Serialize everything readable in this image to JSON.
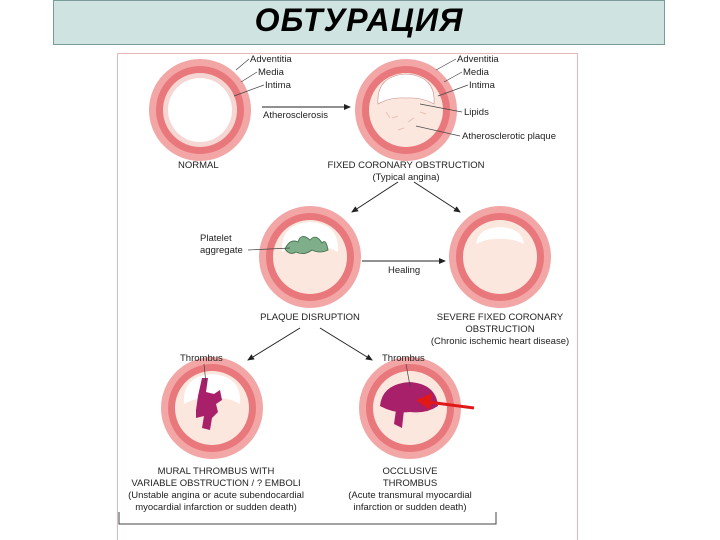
{
  "title": "ОБТУРАЦИЯ",
  "colors": {
    "title_bg": "#cfe3e0",
    "adventitia": "#f3a6a6",
    "media": "#e9787c",
    "intima": "#f6d6d2",
    "plaque": "#fbe7dd",
    "platelet": "#7fae8a",
    "thrombus": "#a8206a",
    "arrow": "#e01818"
  },
  "labels": {
    "normal_adventitia": "Adventitia",
    "normal_media": "Media",
    "normal_intima": "Intima",
    "atherosclerosis": "Atherosclerosis",
    "normal": "NORMAL",
    "fixed_adventitia": "Adventitia",
    "fixed_media": "Media",
    "fixed_intima": "Intima",
    "lipids": "Lipids",
    "plaque": "Atherosclerotic plaque",
    "fixed_title": "FIXED CORONARY OBSTRUCTION",
    "fixed_sub": "(Typical angina)",
    "platelet_1": "Platelet",
    "platelet_2": "aggregate",
    "healing": "Healing",
    "disruption": "PLAQUE DISRUPTION",
    "severe_1": "SEVERE FIXED CORONARY",
    "severe_2": "OBSTRUCTION",
    "severe_3": "(Chronic ischemic heart disease)",
    "thrombus_left": "Thrombus",
    "thrombus_right": "Thrombus",
    "mural_1": "MURAL THROMBUS WITH",
    "mural_2": "VARIABLE OBSTRUCTION / ? EMBOLI",
    "mural_3": "(Unstable angina or acute subendocardial",
    "mural_4": "myocardial infarction or sudden death)",
    "occl_1": "OCCLUSIVE",
    "occl_2": "THROMBUS",
    "occl_3": "(Acute transmural myocardial",
    "occl_4": "infarction or sudden death)"
  }
}
